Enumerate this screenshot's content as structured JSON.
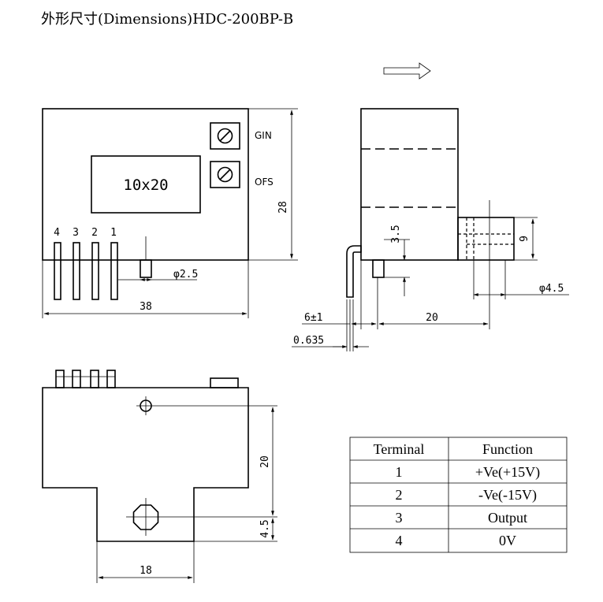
{
  "title": "外形尺寸(Dimensions)HDC-200BP-B",
  "front_view": {
    "window_text": "10x20",
    "gin_label": "GIN",
    "ofs_label": "OFS",
    "height_dim": "28",
    "width_dim": "38",
    "pin_dia_dim": "φ2.5",
    "pin_numbers": [
      "4",
      "3",
      "2",
      "1"
    ]
  },
  "side_view": {
    "dim_35": "3.5",
    "dim_9": "9",
    "dim_hole": "φ4.5",
    "dim_6": "6±1",
    "dim_20": "20",
    "dim_0635": "0.635"
  },
  "bottom_view": {
    "dim_20": "20",
    "dim_45": "4.5",
    "dim_18": "18"
  },
  "terminal_table": {
    "headers": [
      "Terminal",
      "Function"
    ],
    "rows": [
      {
        "terminal": "1",
        "function": "+Ve(+15V)"
      },
      {
        "terminal": "2",
        "function": "-Ve(-15V)"
      },
      {
        "terminal": "3",
        "function": "Output"
      },
      {
        "terminal": "4",
        "function": "0V"
      }
    ]
  }
}
